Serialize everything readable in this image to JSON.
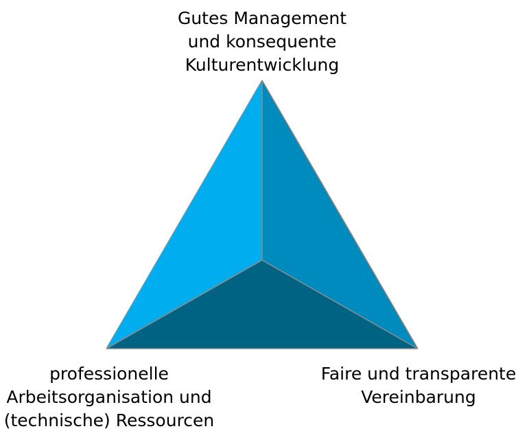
{
  "diagram": {
    "labels": {
      "top": [
        "Gutes Management",
        "und konsequente",
        "Kulturentwicklung"
      ],
      "left": [
        "professionelle",
        "Arbeitsorganisation und",
        "(technische) Ressourcen"
      ],
      "right": [
        "Faire und transparente",
        "Vereinbarung"
      ]
    },
    "colors": {
      "left_face": "#00AEEF",
      "right_face": "#008BBF",
      "bottom_face": "#006384",
      "edge": "#8C8C8C",
      "text": "#000000"
    }
  }
}
